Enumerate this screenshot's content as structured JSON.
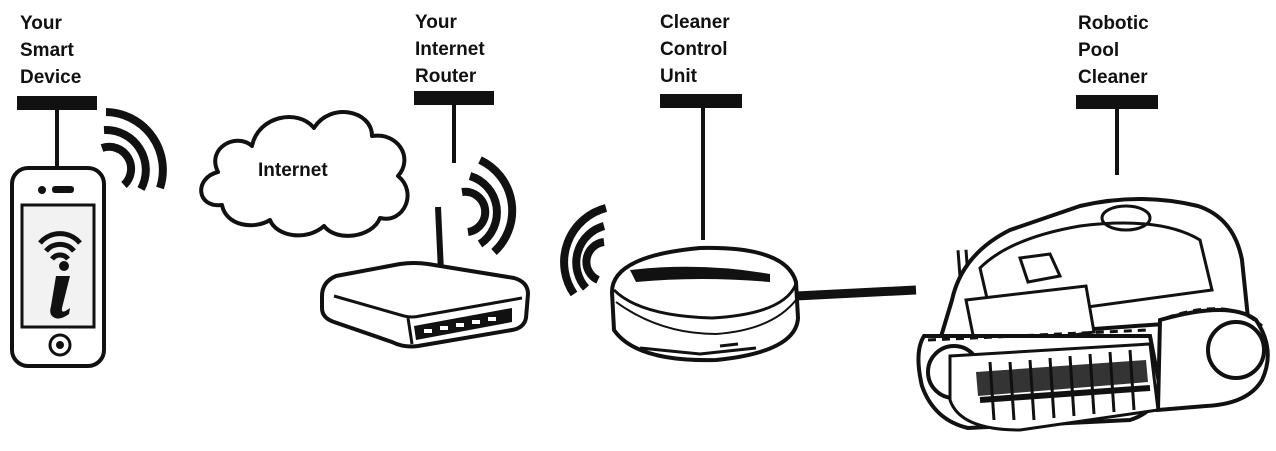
{
  "labels": {
    "smart_device": "Your\nSmart\nDevice",
    "router": "Your\nInternet\nRouter",
    "control_unit": "Cleaner\nControl\nUnit",
    "robot": "Robotic\nPool\nCleaner"
  },
  "cloud_label": "Internet",
  "colors": {
    "ink": "#111111",
    "screen": "#f2f2f2",
    "body": "#ffffff"
  },
  "icons": [
    "wifi-icon",
    "info-icon"
  ]
}
